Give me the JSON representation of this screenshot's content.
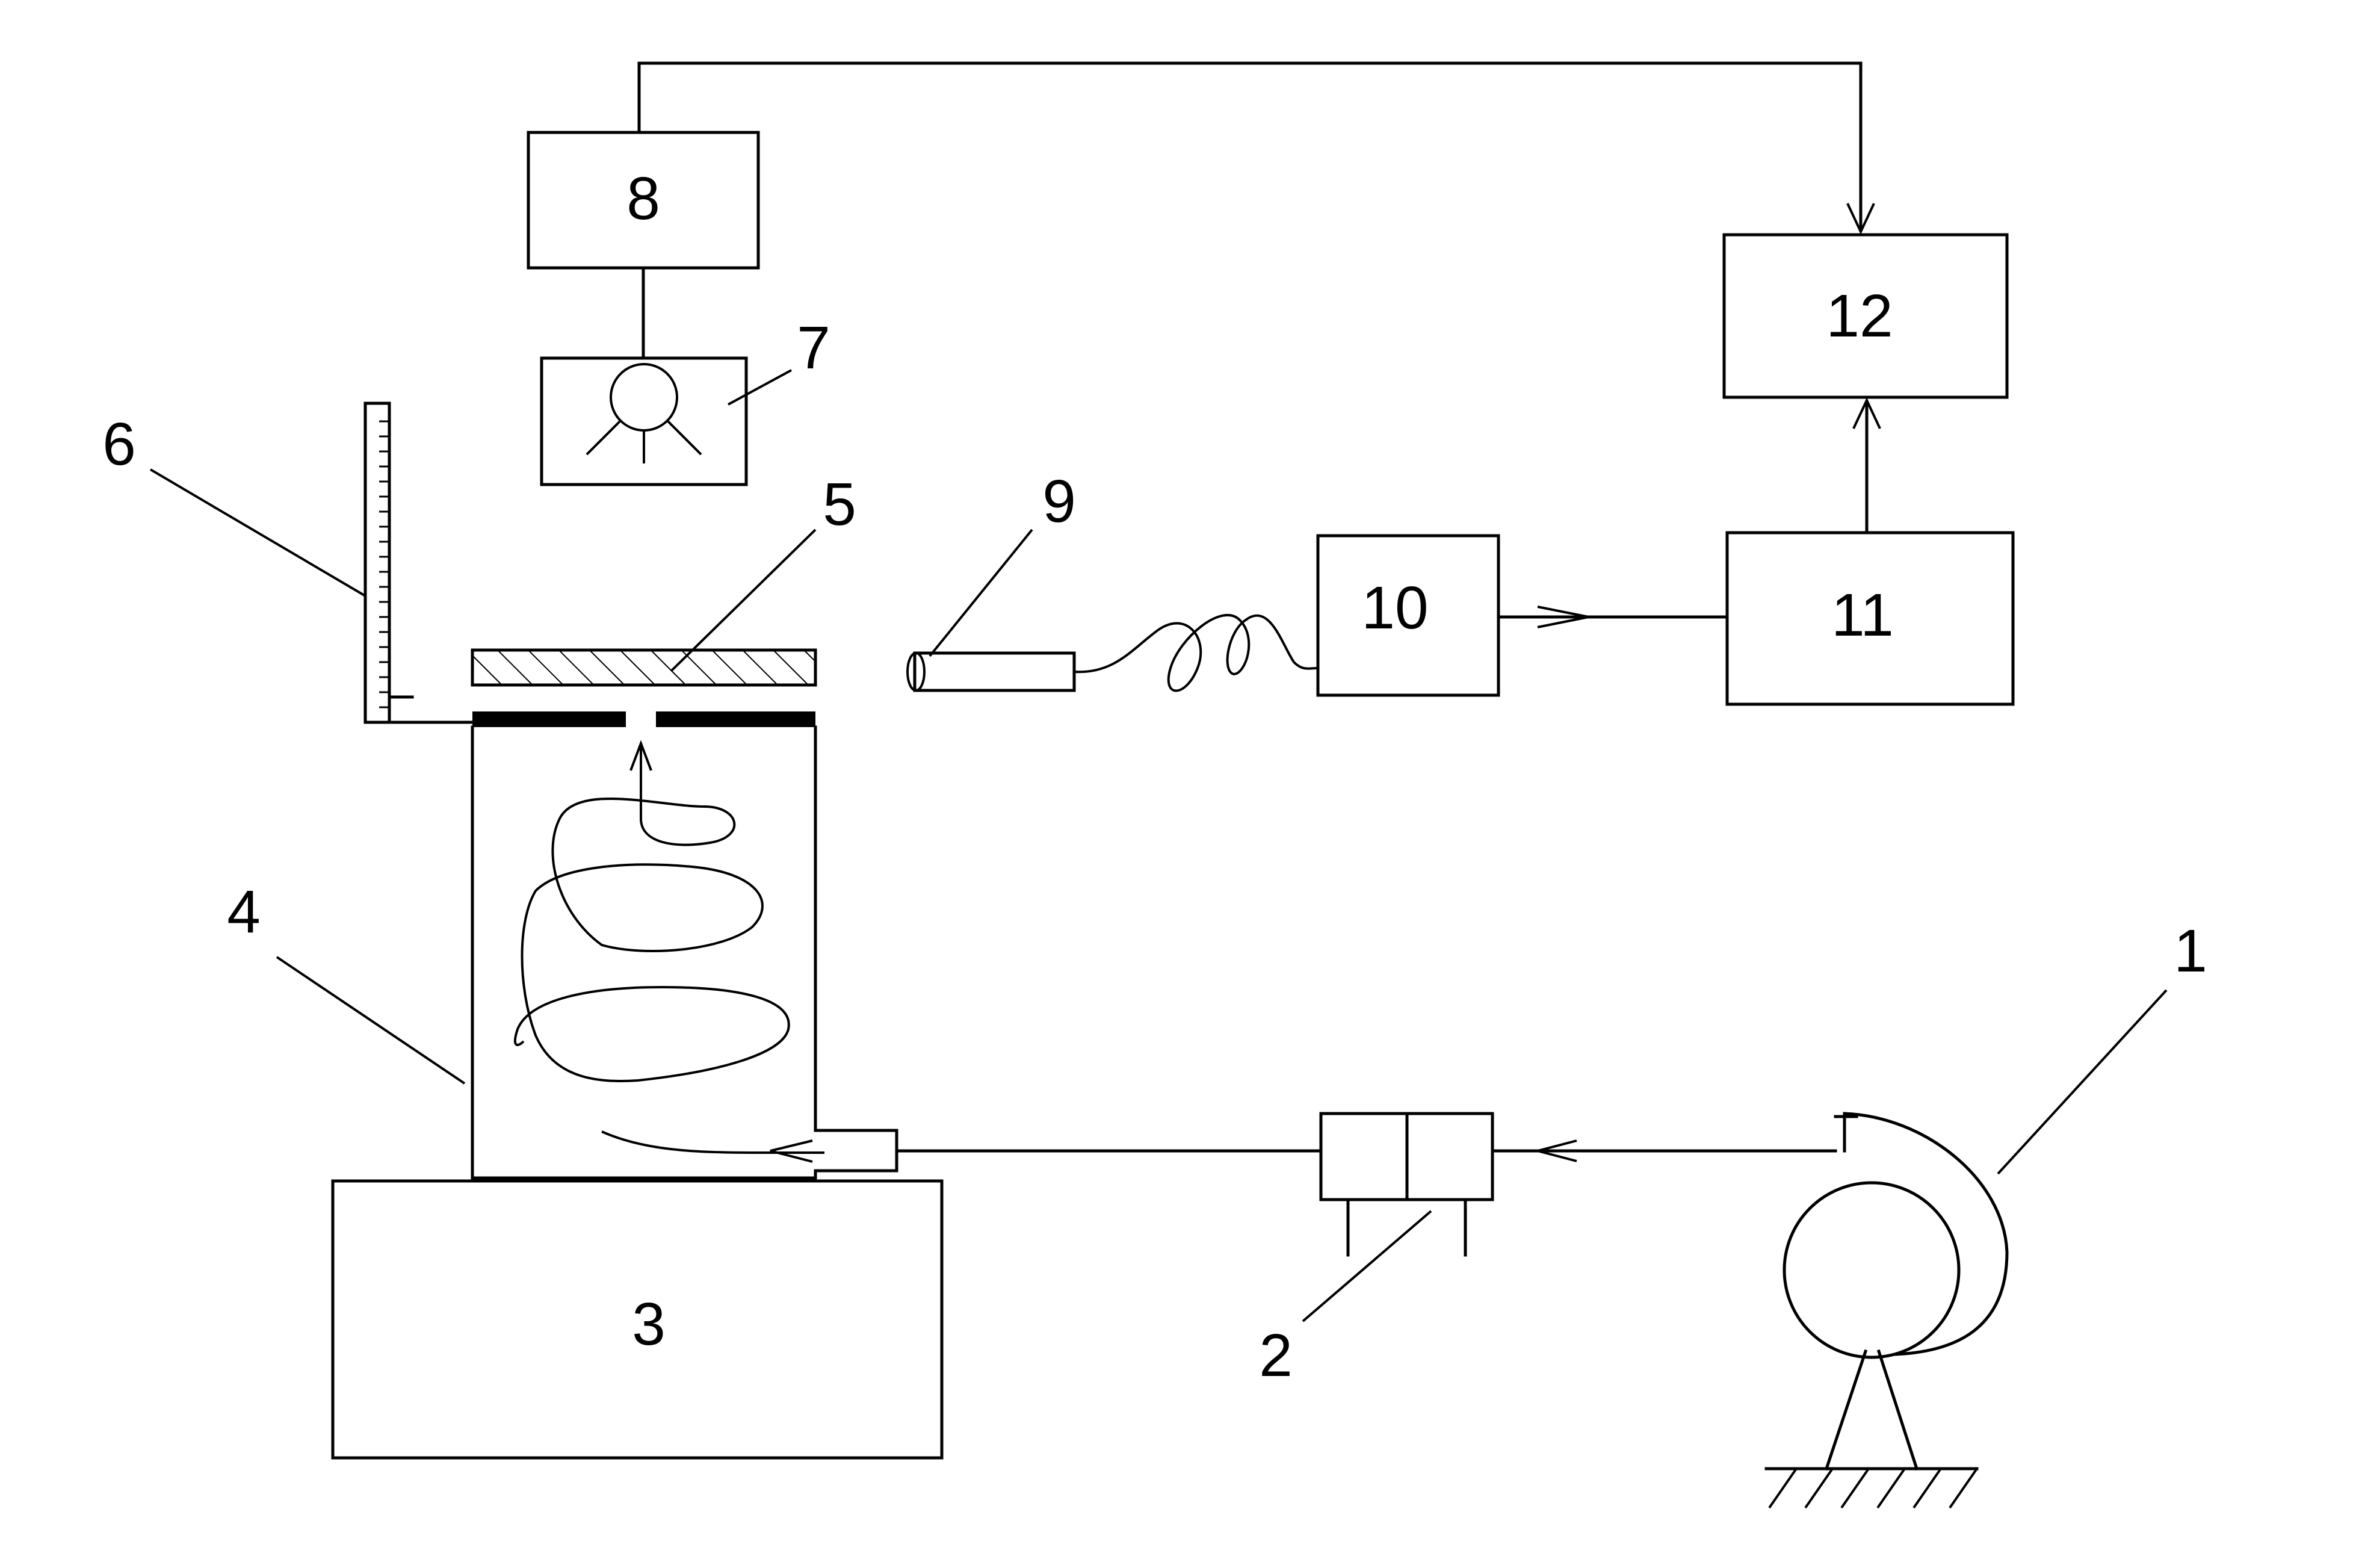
{
  "labels": {
    "fan": "1",
    "flowmeter": "2",
    "base": "3",
    "chamber": "4",
    "plate": "5",
    "ruler": "6",
    "lamp": "7",
    "lamp_controller": "8",
    "probe": "9",
    "amplifier": "10",
    "converter": "11",
    "computer": "12"
  },
  "colors": {
    "stroke": "#000000",
    "background": "#ffffff"
  }
}
